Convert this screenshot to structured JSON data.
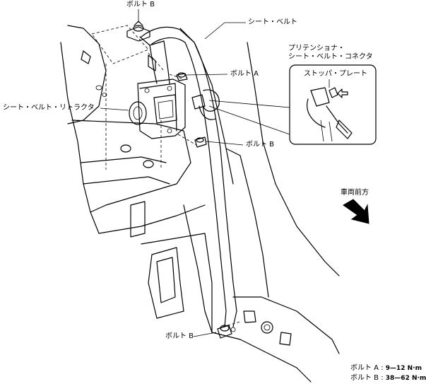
{
  "labels": {
    "bolt_b_top": "ボルト B",
    "seat_belt": "シート・ベルト",
    "pretensioner_line1": "プリテンショナ・",
    "pretensioner_line2": "シート・ベルト・コネクタ",
    "stopper_plate": "ストッパ・プレート",
    "bolt_a": "ボルト A",
    "retractor": "シート・ベルト・リトラクタ",
    "bolt_b_mid": "ボルト B",
    "vehicle_front": "車両前方",
    "bolt_b_bottom": "ボルト B"
  },
  "torque_specs": [
    {
      "label": "ボルト A :",
      "value": "9—12 N·m"
    },
    {
      "label": "ボルト B :",
      "value": "38—62 N·m"
    }
  ]
}
